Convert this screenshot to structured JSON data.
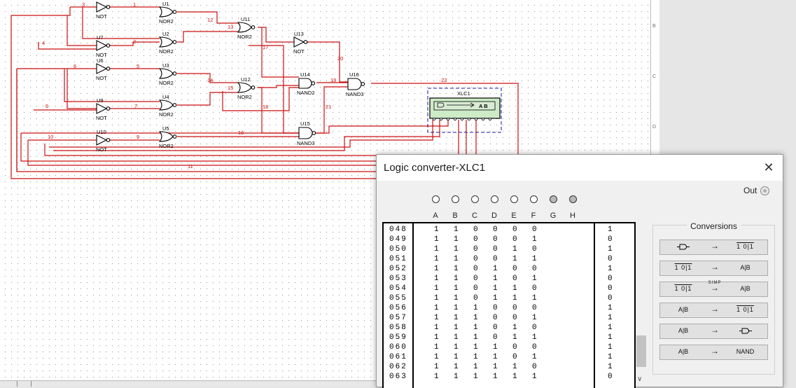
{
  "schematic": {
    "components": [
      {
        "ref": "U1",
        "type": "NOR2"
      },
      {
        "ref": "U2",
        "type": "NOR2"
      },
      {
        "ref": "U3",
        "type": "NOR2"
      },
      {
        "ref": "U4",
        "type": "NOR2"
      },
      {
        "ref": "U5",
        "type": "NOR2"
      },
      {
        "ref": "U6",
        "type": "NOT"
      },
      {
        "ref": "U7",
        "type": "NOT"
      },
      {
        "ref": "U9",
        "type": "NOT"
      },
      {
        "ref": "U10",
        "type": "NOT"
      },
      {
        "ref": "U11",
        "type": "NOR2"
      },
      {
        "ref": "U12",
        "type": "NOR2"
      },
      {
        "ref": "U13",
        "type": "NOT"
      },
      {
        "ref": "U14",
        "type": "NAND2"
      },
      {
        "ref": "U15",
        "type": "NAND3"
      },
      {
        "ref": "U16",
        "type": "NAND3"
      }
    ],
    "extra_not": "NOT",
    "nets": [
      "1",
      "2",
      "3",
      "4",
      "5",
      "6",
      "7",
      "8",
      "9",
      "10",
      "11",
      "12",
      "13",
      "14",
      "15",
      "16",
      "17",
      "18",
      "19",
      "20",
      "21",
      "22"
    ],
    "instrument": {
      "ref": "XLC1",
      "display": "A B"
    },
    "ruler_marks": [
      "B",
      "C",
      "D"
    ]
  },
  "dialog": {
    "title": "Logic converter-XLC1",
    "close_icon": "close-icon",
    "out_label": "Out",
    "terminal_states": [
      false,
      false,
      false,
      false,
      false,
      false,
      true,
      true
    ],
    "columns": [
      "A",
      "B",
      "C",
      "D",
      "E",
      "F",
      "G",
      "H"
    ],
    "rows": [
      {
        "idx": "048",
        "bits": [
          "1",
          "1",
          "0",
          "0",
          "0",
          "0"
        ],
        "out": "1"
      },
      {
        "idx": "049",
        "bits": [
          "1",
          "1",
          "0",
          "0",
          "0",
          "1"
        ],
        "out": "0"
      },
      {
        "idx": "050",
        "bits": [
          "1",
          "1",
          "0",
          "0",
          "1",
          "0"
        ],
        "out": "1"
      },
      {
        "idx": "051",
        "bits": [
          "1",
          "1",
          "0",
          "0",
          "1",
          "1"
        ],
        "out": "0"
      },
      {
        "idx": "052",
        "bits": [
          "1",
          "1",
          "0",
          "1",
          "0",
          "0"
        ],
        "out": "1"
      },
      {
        "idx": "053",
        "bits": [
          "1",
          "1",
          "0",
          "1",
          "0",
          "1"
        ],
        "out": "0"
      },
      {
        "idx": "054",
        "bits": [
          "1",
          "1",
          "0",
          "1",
          "1",
          "0"
        ],
        "out": "0"
      },
      {
        "idx": "055",
        "bits": [
          "1",
          "1",
          "0",
          "1",
          "1",
          "1"
        ],
        "out": "0"
      },
      {
        "idx": "056",
        "bits": [
          "1",
          "1",
          "1",
          "0",
          "0",
          "0"
        ],
        "out": "1"
      },
      {
        "idx": "057",
        "bits": [
          "1",
          "1",
          "1",
          "0",
          "0",
          "1"
        ],
        "out": "1"
      },
      {
        "idx": "058",
        "bits": [
          "1",
          "1",
          "1",
          "0",
          "1",
          "0"
        ],
        "out": "1"
      },
      {
        "idx": "059",
        "bits": [
          "1",
          "1",
          "1",
          "0",
          "1",
          "1"
        ],
        "out": "1"
      },
      {
        "idx": "060",
        "bits": [
          "1",
          "1",
          "1",
          "1",
          "0",
          "0"
        ],
        "out": "1"
      },
      {
        "idx": "061",
        "bits": [
          "1",
          "1",
          "1",
          "1",
          "0",
          "1"
        ],
        "out": "1"
      },
      {
        "idx": "062",
        "bits": [
          "1",
          "1",
          "1",
          "1",
          "1",
          "0"
        ],
        "out": "1"
      },
      {
        "idx": "063",
        "bits": [
          "1",
          "1",
          "1",
          "1",
          "1",
          "1"
        ],
        "out": "0"
      }
    ],
    "conversions": {
      "title": "Conversions",
      "buttons": [
        {
          "name": "circuit-to-truth-table",
          "left_icon": "gate-icon",
          "arrow": "→",
          "right": "1 0 1"
        },
        {
          "name": "truth-table-to-expression",
          "left": "1 0 1",
          "arrow": "→",
          "right": "A|B"
        },
        {
          "name": "truth-table-to-simplified-expression",
          "left": "1 0 1",
          "arrow": "→",
          "mid": "SIMP",
          "right": "A|B"
        },
        {
          "name": "expression-to-truth-table",
          "left": "A|B",
          "arrow": "→",
          "right": "1 0 1"
        },
        {
          "name": "expression-to-circuit",
          "left": "A|B",
          "arrow": "→",
          "right_icon": "gate-icon"
        },
        {
          "name": "expression-to-nand",
          "left": "A|B",
          "arrow": "→",
          "right": "NAND"
        }
      ]
    }
  }
}
